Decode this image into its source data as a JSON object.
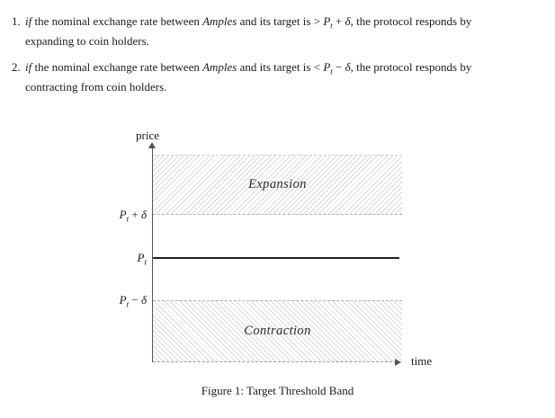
{
  "document": {
    "items": [
      {
        "number": "1.",
        "if_word": "if",
        "text_a": " the nominal exchange rate between ",
        "coin": "Amples",
        "text_b": " and its target is",
        "relation": " > ",
        "p": "P",
        "sub": "t",
        "op": " + ",
        "delta": "δ",
        "text_c": ", the protocol responds by",
        "line2": "expanding to coin holders."
      },
      {
        "number": "2.",
        "if_word": "if",
        "text_a": " the nominal exchange rate between ",
        "coin": "Amples",
        "text_b": " and its target is",
        "relation": " < ",
        "p": "P",
        "sub": "t",
        "op": " − ",
        "delta": "δ",
        "text_c": ", the protocol responds by",
        "line2": "contracting from coin holders."
      }
    ]
  },
  "figure": {
    "price_axis_label": "price",
    "time_axis_label": "time",
    "expansion_label": "Expansion",
    "contraction_label": "Contraction",
    "tick_upper": {
      "p": "P",
      "sub": "t",
      "op": " + ",
      "delta": "δ"
    },
    "tick_mid": {
      "p": "P",
      "sub": "t"
    },
    "tick_lower": {
      "p": "P",
      "sub": "t",
      "op": " − ",
      "delta": "δ"
    },
    "caption": "Figure 1: Target Threshold Band"
  },
  "colors": {
    "text": "#1a1a1a",
    "hatch": "#d9d9d9",
    "dashed_border": "#b3b3b3",
    "axis": "#555555",
    "target_line": "#222222"
  }
}
